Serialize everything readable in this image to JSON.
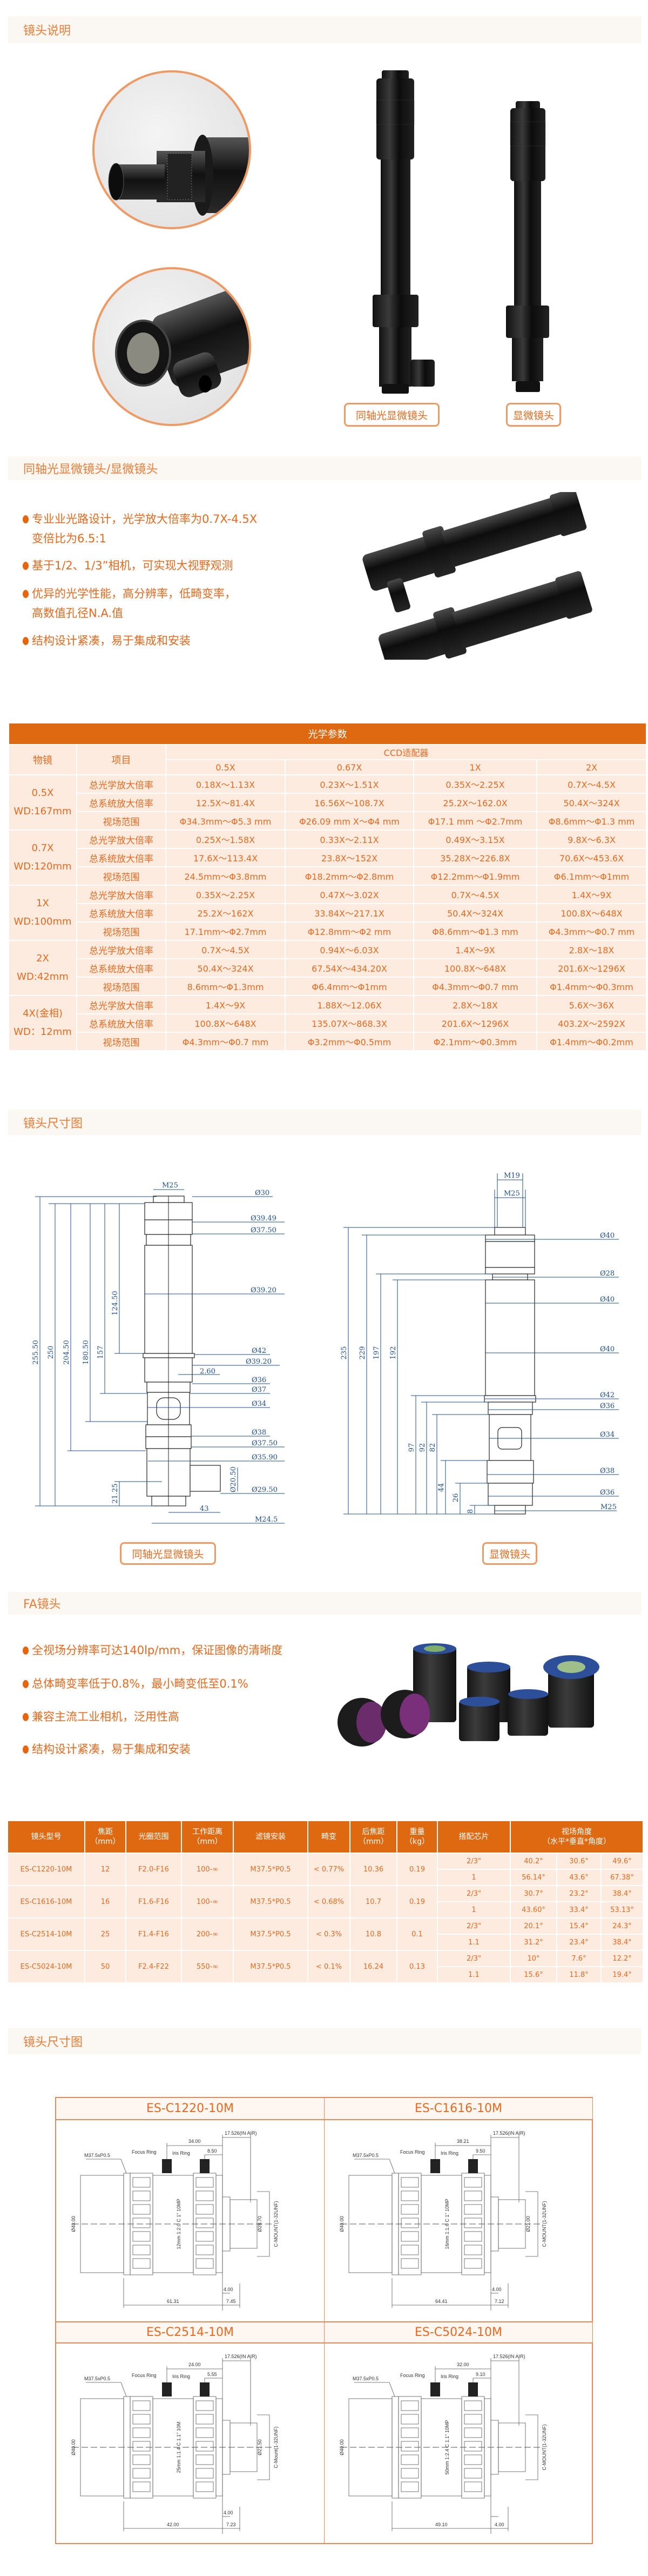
{
  "sections": {
    "lens_intro_title": "镜头说明",
    "micro_title": "同轴光显微镜头/显微镜头",
    "micro_dim_title": "镜头尺寸图",
    "fa_title": "FA镜头",
    "fa_dim_title": "镜头尺寸图"
  },
  "photo_labels": {
    "coaxial": "同轴光显微镜头",
    "micro": "显微镜头"
  },
  "micro_features": [
    [
      "专业业光路设计，光学放大倍率为0.7X-4.5X",
      "变倍比为6.5:1"
    ],
    [
      "基于1/2、1/3”相机，可实现大视野观测"
    ],
    [
      "优异的光学性能，高分辨率，低畸变率，",
      "高数值孔径N.A.值"
    ],
    [
      "结构设计紧凑，易于集成和安装"
    ]
  ],
  "optical_table": {
    "title": "光学参数",
    "col_objective": "物镜",
    "col_item": "项目",
    "adapter_header": "CCD适配器",
    "adapters": [
      "0.5X",
      "0.67X",
      "1X",
      "2X"
    ],
    "groups": [
      {
        "objective": "0.5X",
        "wd": "WD:167mm",
        "rows": [
          {
            "item": "总光学放大倍率",
            "values": [
              "0.18X～1.13X",
              "0.23X～1.51X",
              "0.35X～2.25X",
              "0.7X～4.5X"
            ]
          },
          {
            "item": "总系统放大倍率",
            "values": [
              "12.5X～81.4X",
              "16.56X～108.7X",
              "25.2X～162.0X",
              "50.4X～324X"
            ]
          },
          {
            "item": "视场范围",
            "values": [
              "Φ34.3mm～Φ5.3 mm",
              "Φ26.09 mm X～Φ4 mm",
              "Φ17.1 mm ～Φ2.7mm",
              "Φ8.6mm～Φ1.3 mm"
            ]
          }
        ]
      },
      {
        "objective": "0.7X",
        "wd": "WD:120mm",
        "rows": [
          {
            "item": "总光学放大倍率",
            "values": [
              "0.25X～1.58X",
              "0.33X～2.11X",
              "0.49X～3.15X",
              "9.8X～6.3X"
            ]
          },
          {
            "item": "总系统放大倍率",
            "values": [
              "17.6X～113.4X",
              "23.8X～152X",
              "35.28X～226.8X",
              "70.6X～453.6X"
            ]
          },
          {
            "item": "视场范围",
            "values": [
              "24.5mm～Φ3.8mm",
              "Φ18.2mm～Φ2.8mm",
              "Φ12.2mm～Φ1.9mm",
              "Φ6.1mm～Φ1mm"
            ]
          }
        ]
      },
      {
        "objective": "1X",
        "wd": "WD:100mm",
        "rows": [
          {
            "item": "总光学放大倍率",
            "values": [
              "0.35X～2.25X",
              "0.47X～3.02X",
              "0.7X～4.5X",
              "1.4X～9X"
            ]
          },
          {
            "item": "总系统放大倍率",
            "values": [
              "25.2X～162X",
              "33.84X～217.1X",
              "50.4X～324X",
              "100.8X～648X"
            ]
          },
          {
            "item": "视场范围",
            "values": [
              "17.1mm～Φ2.7mm",
              "Φ12.8mm～Φ2 mm",
              "Φ8.6mm～Φ1.3 mm",
              "Φ4.3mm～Φ0.7 mm"
            ]
          }
        ]
      },
      {
        "objective": "2X",
        "wd": "WD:42mm",
        "rows": [
          {
            "item": "总光学放大倍率",
            "values": [
              "0.7X～4.5X",
              "0.94X～6.03X",
              "1.4X～9X",
              "2.8X～18X"
            ]
          },
          {
            "item": "总系统放大倍率",
            "values": [
              "50.4X～324X",
              "67.54X～434.20X",
              "100.8X～648X",
              "201.6X～1296X"
            ]
          },
          {
            "item": "视场范围",
            "values": [
              "8.6mm～Φ1.3mm",
              "Φ6.4mm～Φ1mm",
              "Φ4.3mm～Φ0.7 mm",
              "Φ1.4mm～Φ0.3mm"
            ]
          }
        ]
      },
      {
        "objective": "4X(金相)",
        "wd": "WD：12mm",
        "rows": [
          {
            "item": "总光学放大倍率",
            "values": [
              "1.4X～9X",
              "1.88X～12.06X",
              "2.8X～18X",
              "5.6X～36X"
            ]
          },
          {
            "item": "总系统放大倍率",
            "values": [
              "100.8X～648X",
              "135.07X～868.3X",
              "201.6X～1296X",
              "403.2X～2592X"
            ]
          },
          {
            "item": "视场范围",
            "values": [
              "Φ4.3mm～Φ0.7 mm",
              "Φ3.2mm～Φ0.5mm",
              "Φ2.1mm～Φ0.3mm",
              "Φ1.4mm～Φ0.2mm"
            ]
          }
        ]
      }
    ]
  },
  "coaxial_drawing": {
    "label": "同轴光显微镜头",
    "thread_top": "M25",
    "heights": [
      "255.50",
      "250",
      "204.50",
      "180.50",
      "157",
      "124.50",
      "21.25"
    ],
    "diameters": [
      "Ø30",
      "Ø39.49",
      "Ø37.50",
      "Ø39.20",
      "Ø42",
      "Ø39.20",
      "2.60",
      "Ø36",
      "Ø37",
      "Ø34",
      "Ø38",
      "Ø37.50",
      "Ø35.90",
      "Ø29.50",
      "M24.5"
    ],
    "port_diameter": "Ø20.50",
    "port_offset": "43"
  },
  "micro_drawing": {
    "label": "显微镜头",
    "threads_top": [
      "M19",
      "M25"
    ],
    "heights": [
      "235",
      "229",
      "197",
      "192",
      "97",
      "92",
      "82",
      "44",
      "26",
      "8"
    ],
    "diameters": [
      "Ø40",
      "Ø28",
      "Ø40",
      "Ø40",
      "Ø42",
      "Ø36",
      "Ø34",
      "Ø38",
      "Ø36",
      "M25"
    ]
  },
  "fa_features": [
    "全视场分辨率可达140lp/mm，保证图像的清晰度",
    "总体畸变率低于0.8%，最小畸变低至0.1%",
    "兼容主流工业相机，泛用性高",
    "结构设计紧凑，易于集成和安装"
  ],
  "fa_table": {
    "headers": [
      "镜头型号",
      "焦距\n（mm）",
      "光圈范围",
      "工作距离\n（mm）",
      "滤镜安装",
      "畸变",
      "后焦距\n（mm）",
      "重量\n（kg）",
      "搭配芯片",
      "视场角度\n（水平*垂直*角度）"
    ],
    "rows": [
      {
        "model": "ES-C1220-10M",
        "focal": "12",
        "aperture": "F2.0-F16",
        "wd": "100-∞",
        "filter": "M37.5*P0.5",
        "distortion": "< 0.77%",
        "back_focal": "10.36",
        "weight": "0.19",
        "sensors": [
          {
            "chip": "2/3\"",
            "angles": [
              "40.2°",
              "30.6°",
              "49.6°"
            ]
          },
          {
            "chip": "1",
            "angles": [
              "56.14°",
              "43.6°",
              "67.38°"
            ]
          }
        ]
      },
      {
        "model": "ES-C1616-10M",
        "focal": "16",
        "aperture": "F1.6-F16",
        "wd": "100-∞",
        "filter": "M37.5*P0.5",
        "distortion": "< 0.68%",
        "back_focal": "10.7",
        "weight": "0.19",
        "sensors": [
          {
            "chip": "2/3\"",
            "angles": [
              "30.7°",
              "23.2°",
              "38.4°"
            ]
          },
          {
            "chip": "1",
            "angles": [
              "43.60°",
              "33.4°",
              "53.13°"
            ]
          }
        ]
      },
      {
        "model": "ES-C2514-10M",
        "focal": "25",
        "aperture": "F1.4-F16",
        "wd": "200-∞",
        "filter": "M37.5*P0.5",
        "distortion": "< 0.3%",
        "back_focal": "10.8",
        "weight": "0.1",
        "sensors": [
          {
            "chip": "2/3\"",
            "angles": [
              "20.1°",
              "15.4°",
              "24.3°"
            ]
          },
          {
            "chip": "1.1",
            "angles": [
              "31.2°",
              "23.4°",
              "38.4°"
            ]
          }
        ]
      },
      {
        "model": "ES-C5024-10M",
        "focal": "50",
        "aperture": "F2.4-F22",
        "wd": "550-∞",
        "filter": "M37.5*P0.5",
        "distortion": "< 0.1%",
        "back_focal": "16.24",
        "weight": "0.13",
        "sensors": [
          {
            "chip": "2/3\"",
            "angles": [
              "10°",
              "7.6°",
              "12.2°"
            ]
          },
          {
            "chip": "1.1",
            "angles": [
              "15.6°",
              "11.8°",
              "19.4°"
            ]
          }
        ]
      }
    ]
  },
  "fa_drawings": [
    {
      "model": "ES-C1220-10M",
      "top_dim": "34.00",
      "flange": "17.526(IN AIR)",
      "knob_dim": "8.50",
      "length": "61.31",
      "rear": "7.45",
      "mount_depth": "4.00",
      "diameter": "Ø40.00",
      "mount_diameter": "Ø28.70",
      "mount": "C-MOUNT(1-32UNF)",
      "thread": "M37.5xP0.5",
      "focus": "Focus Ring",
      "iris": "Iris Ring",
      "marking": "12mm 1:2.0 C 1\" 10MP"
    },
    {
      "model": "ES-C1616-10M",
      "top_dim": "38.21",
      "flange": "17.526(IN AIR)",
      "knob_dim": "9.50",
      "length": "64.41",
      "rear": "7.12",
      "mount_depth": "4.00",
      "diameter": "Ø40.00",
      "mount_diameter": "Ø21.00",
      "mount": "C-MOUNT(1-32UNF)",
      "thread": "M37.5xP0.5",
      "focus": "Focus Ring",
      "iris": "Iris Ring",
      "marking": "16mm 1:1.6 C 1\" 10MP"
    },
    {
      "model": "ES-C2514-10M",
      "top_dim": "24.00",
      "flange": "17.526(IN AIR)",
      "knob_dim": "5.55",
      "length": "42.00",
      "rear": "7.23",
      "mount_depth": "4.00",
      "diameter": "Ø40.00",
      "mount_diameter": "Ø21.50",
      "mount": "C-Mount(1-32UNF)",
      "thread": "M37.5xP0.5",
      "focus": "Focus Ring",
      "iris": "Iris Ring",
      "marking": "25mm 1:1.4 C 1.1\" 10M"
    },
    {
      "model": "ES-C5024-10M",
      "top_dim": "32.00",
      "flange": "17.526(IN AIR)",
      "knob_dim": "9.10",
      "length": "49.10",
      "rear": "4.00",
      "mount_depth": "",
      "diameter": "Ø40.00",
      "mount_diameter": "",
      "mount": "C-MOUNT(1-32UNF)",
      "thread": "M37.5xP0.5",
      "focus": "Focus Ring",
      "iris": "Iris Ring",
      "marking": "50mm 1:2.4 C 1.1\" 10MP"
    }
  ],
  "colors": {
    "accent": "#df6910",
    "text": "#e8691e",
    "cell": "#fdebdf",
    "band": "#fbf8f3",
    "border": "#ee9a64",
    "drawing": "#1f4e8c"
  }
}
